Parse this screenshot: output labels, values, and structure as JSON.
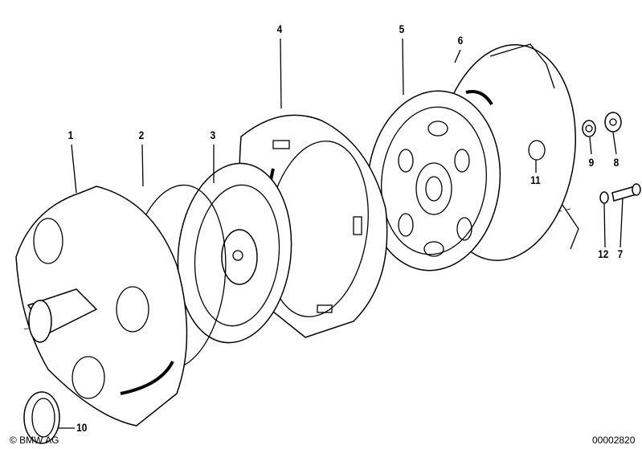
{
  "callouts": {
    "p1": "1",
    "p2": "2",
    "p3": "3",
    "p4": "4",
    "p5": "5",
    "p6": "6",
    "p7": "7",
    "p8": "8",
    "p9": "9",
    "p10": "10",
    "p11": "11",
    "p12": "12"
  },
  "footer": {
    "copyright": "© BMW AG",
    "diagram_id": "00002820"
  }
}
